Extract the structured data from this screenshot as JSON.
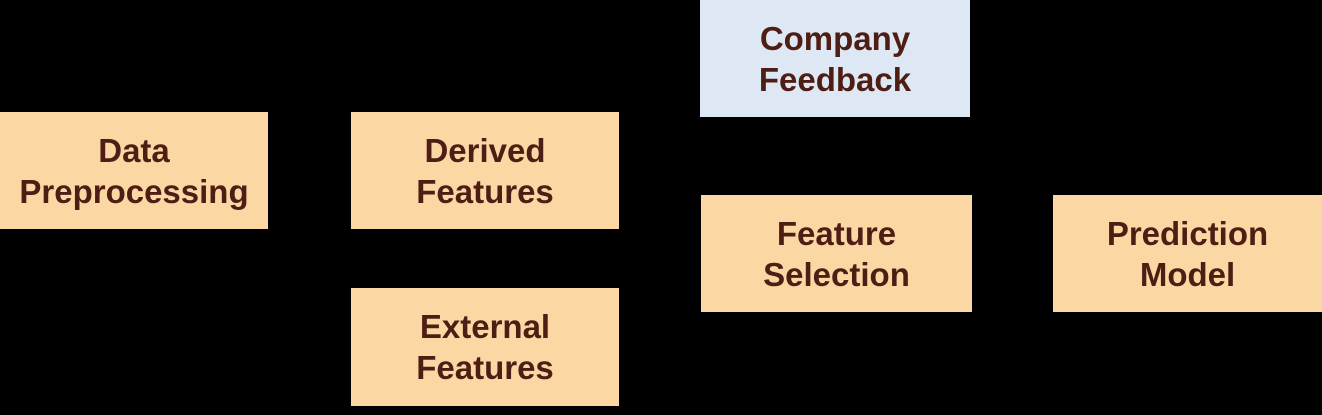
{
  "diagram": {
    "description": "Machine-learning pipeline flow diagram on black background",
    "background_color": "#000000",
    "colors": {
      "process_fill": "#FBD7A4",
      "feedback_fill": "#DEE8F4",
      "label_text": "#4E1D14",
      "connector": "#000000"
    },
    "nodes": [
      {
        "id": "data-preprocessing",
        "kind": "process",
        "lines": [
          "Data",
          "Preprocessing"
        ]
      },
      {
        "id": "derived-features",
        "kind": "process",
        "lines": [
          "Derived",
          "Features"
        ]
      },
      {
        "id": "external-features",
        "kind": "process",
        "lines": [
          "External",
          "Features"
        ]
      },
      {
        "id": "company-feedback",
        "kind": "feedback",
        "lines": [
          "Company",
          "Feedback"
        ]
      },
      {
        "id": "feature-selection",
        "kind": "process",
        "lines": [
          "Feature",
          "Selection"
        ]
      },
      {
        "id": "prediction-model",
        "kind": "process",
        "lines": [
          "Prediction",
          "Model"
        ]
      }
    ],
    "connectors": [
      {
        "from": "data-preprocessing",
        "to": "derived-features"
      },
      {
        "from": "derived-features",
        "to": "feature-selection"
      },
      {
        "from": "external-features",
        "to": "feature-selection"
      },
      {
        "from": "company-feedback",
        "to": "feature-selection"
      },
      {
        "from": "feature-selection",
        "to": "prediction-model"
      }
    ]
  }
}
